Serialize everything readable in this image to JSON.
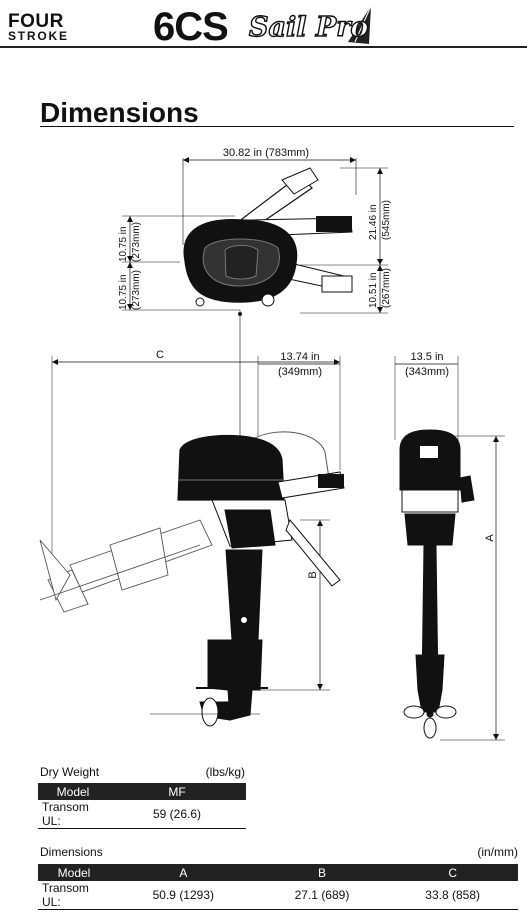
{
  "header": {
    "brand_line1": "FOUR",
    "brand_line2": "STROKE",
    "model": "6CS",
    "logo_text": "Sail Pro"
  },
  "section": {
    "title": "Dimensions"
  },
  "diagram": {
    "overall_width": "30.82 in (783mm)",
    "front_dim_in": "10.75 in",
    "front_dim_mm": "(273mm)",
    "rear_dim_in": "10.75 in",
    "rear_dim_mm": "(273mm)",
    "right_upper_in": "21.46 in",
    "right_upper_mm": "(545mm)",
    "right_lower_in": "10.51 in",
    "right_lower_mm": "(267mm)",
    "side_depth_in": "13.74 in",
    "side_depth_mm": "(349mm)",
    "rear_width_in": "13.5 in",
    "rear_width_mm": "(343mm)",
    "label_a": "A",
    "label_b": "B",
    "label_c": "C"
  },
  "weight_table": {
    "title": "Dry Weight",
    "unit": "(lbs/kg)",
    "headers": [
      "Model",
      "MF"
    ],
    "rows": [
      {
        "label": "Transom UL:",
        "values": [
          "59 (26.6)"
        ]
      }
    ]
  },
  "dims_table": {
    "title": "Dimensions",
    "unit": "(in/mm)",
    "headers": [
      "Model",
      "A",
      "B",
      "C"
    ],
    "rows": [
      {
        "label": "Transom UL:",
        "values": [
          "50.9 (1293)",
          "27.1 (689)",
          "33.8 (858)"
        ]
      }
    ]
  },
  "colors": {
    "ink": "#111111",
    "header_fill": "#222222"
  }
}
